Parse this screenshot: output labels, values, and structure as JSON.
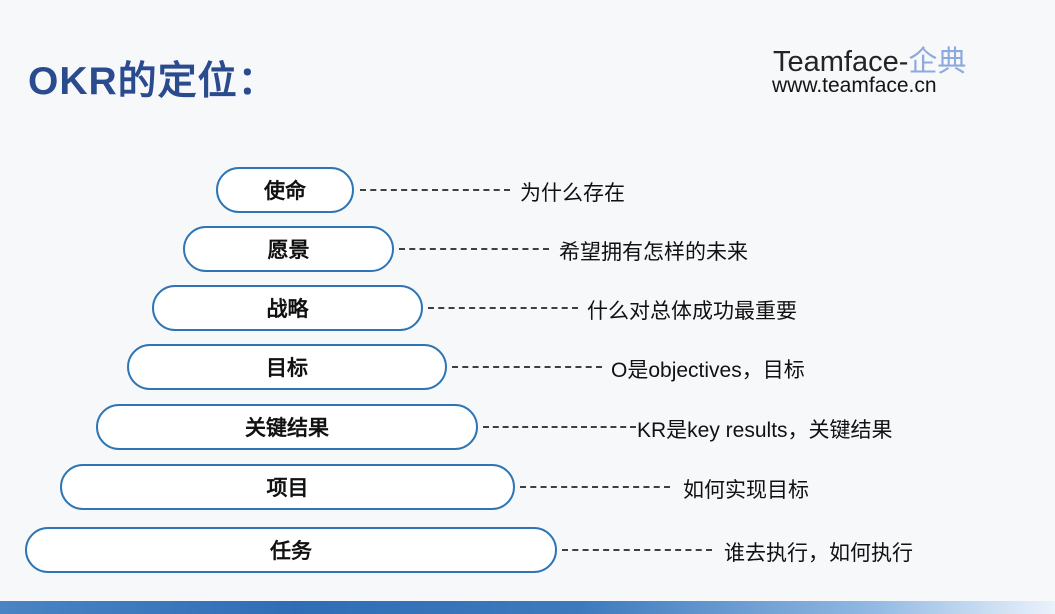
{
  "page": {
    "background_color": "#f7f8fa",
    "accent_blue": "#2e75b6",
    "title_color": "#2b4b8f",
    "brand_suffix_color": "#8ea9dc",
    "dash_color": "#3f3f3f"
  },
  "header": {
    "title": "OKR的定位：",
    "brand": {
      "prefix": "Teamface-",
      "suffix": "企典",
      "url": "www.teamface.cn"
    }
  },
  "pyramid": {
    "rows": [
      {
        "label": "使命",
        "note": "为什么存在"
      },
      {
        "label": "愿景",
        "note": "希望拥有怎样的未来"
      },
      {
        "label": "战略",
        "note": "什么对总体成功最重要"
      },
      {
        "label": "目标",
        "note": "O是objectives，目标"
      },
      {
        "label": "关键结果",
        "note": "KR是key results，关键结果"
      },
      {
        "label": "项目",
        "note": "如何实现目标"
      },
      {
        "label": "任务",
        "note": "谁去执行，如何执行"
      }
    ]
  },
  "footer": {
    "bar_gradient_colors": [
      "#4a84c4",
      "#2f6db6",
      "#3d7abd",
      "#8fb7e2",
      "#eaf2fb"
    ]
  }
}
